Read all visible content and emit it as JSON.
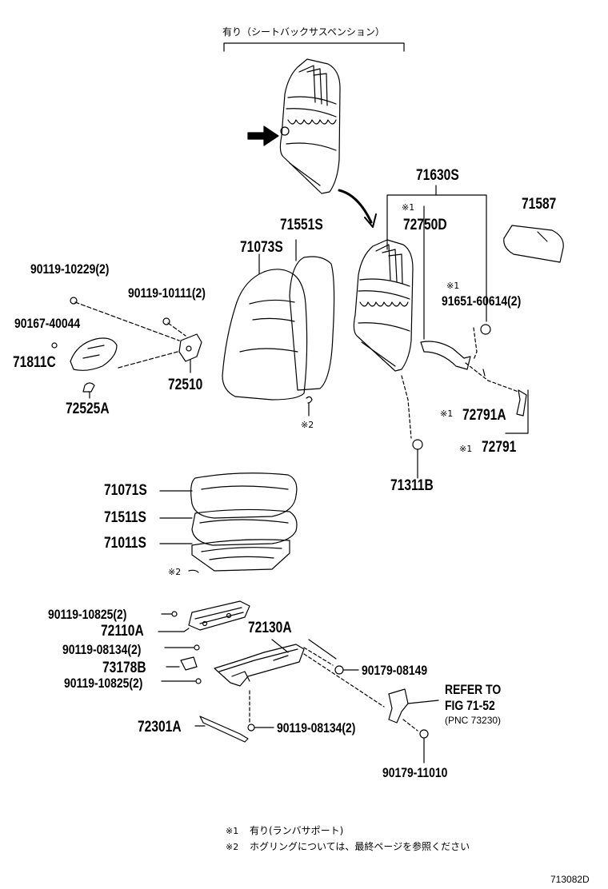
{
  "header_note": "有り（シートバックサスペンション）",
  "parts": {
    "p71630S": "71630S",
    "p72750D": "72750D",
    "p71587": "71587",
    "p71551S": "71551S",
    "p71073S": "71073S",
    "p91651": "91651-60614(2)",
    "p90119_10229": "90119-10229(2)",
    "p90119_10111": "90119-10111(2)",
    "p90167": "90167-40044",
    "p71811C": "71811C",
    "p72510": "72510",
    "p72525A": "72525A",
    "p72791A": "72791A",
    "p72791": "72791",
    "p71311B": "71311B",
    "p71071S": "71071S",
    "p71511S": "71511S",
    "p71011S": "71011S",
    "p90119_10825a": "90119-10825(2)",
    "p72110A": "72110A",
    "p90119_08134a": "90119-08134(2)",
    "p73178B": "73178B",
    "p90119_10825b": "90119-10825(2)",
    "p72130A": "72130A",
    "p90179_08149": "90179-08149",
    "p72301A": "72301A",
    "p90119_08134b": "90119-08134(2)",
    "p90179_11010": "90179-11010"
  },
  "refer": {
    "line1": "REFER TO",
    "line2": "FIG 71-52",
    "line3": "(PNC 73230)"
  },
  "marks": {
    "m1": "※1",
    "m2": "※2"
  },
  "footnotes": {
    "n1_mark": "※1",
    "n1_text": "有り(ランバサポート)",
    "n2_mark": "※2",
    "n2_text": "ホグリングについては、最終ページを参照ください"
  },
  "figure_id": "713082D"
}
